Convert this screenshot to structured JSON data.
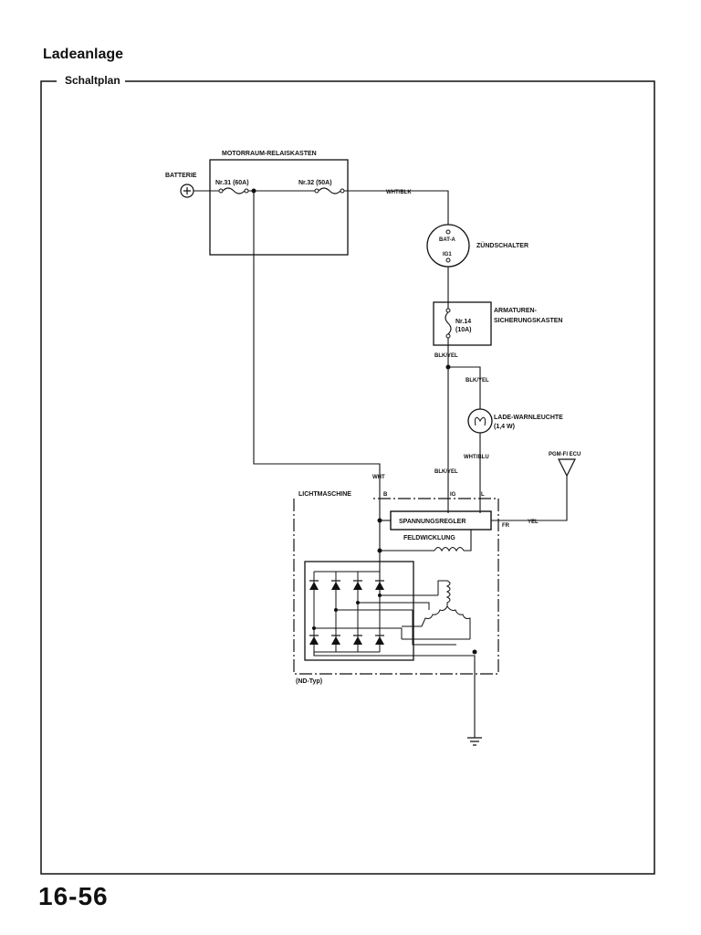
{
  "page": {
    "title": "Ladeanlage",
    "section": "Schaltplan",
    "number": "16-56"
  },
  "diagram": {
    "battery": "BATTERIE",
    "relay_box": "MOTORRAUM-RELAISKASTEN",
    "fuse_31": "Nr.31 (60A)",
    "fuse_32": "Nr.32 (50A)",
    "wire_wht_blk": "WHT/BLK",
    "ignition_terminal_a": "BAT-A",
    "ignition_terminal_b": "IG1",
    "ignition_switch": "ZÜNDSCHALTER",
    "fuse_14_line1": "Nr.14",
    "fuse_14_line2": "(10A)",
    "fusebox_line1": "ARMATUREN-",
    "fusebox_line2": "SICHERUNGSKASTEN",
    "wire_blk_yel": "BLK/YEL",
    "warning_lamp_line1": "LADE-WARNLEUCHTE",
    "warning_lamp_line2": "(1,4 W)",
    "wire_wht_blu": "WHT/BLU",
    "ecu": "PGM-FI ECU",
    "wire_wht": "WHT",
    "alternator": "LICHTMASCHINE",
    "term_b": "B",
    "term_ig": "IG",
    "term_l": "L",
    "term_fr": "FR",
    "regulator": "SPANNUNGSREGLER",
    "field_winding": "FELDWICKLUNG",
    "wire_yel": "YEL",
    "alternator_type": "(ND-Typ)"
  }
}
